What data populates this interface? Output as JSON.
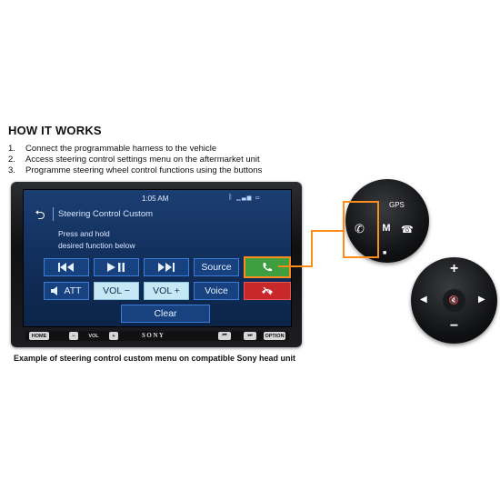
{
  "heading": "HOW IT WORKS",
  "steps": [
    {
      "num": "1.",
      "text": "Connect the programmable harness to the vehicle"
    },
    {
      "num": "2.",
      "text": "Access steering control settings menu on the aftermarket unit"
    },
    {
      "num": "3.",
      "text": "Programme steering wheel control functions using the buttons"
    }
  ],
  "caption": "Example of steering control custom menu on compatible Sony head unit",
  "head_unit": {
    "brand": "SONY",
    "screen": {
      "clock": "1:05 AM",
      "title": "Steering Control Custom",
      "instruction_line1": "Press and hold",
      "instruction_line2": "desired function below",
      "keys": {
        "source": "Source",
        "att": "ATT",
        "vol_down": "VOL −",
        "vol_up": "VOL +",
        "voice": "Voice",
        "clear": "Clear"
      }
    },
    "bezel_buttons": {
      "home": "HOME",
      "minus": "−",
      "vol": "VOL",
      "plus": "+",
      "option": "OPTION"
    }
  },
  "remote_top": {
    "gps": "GPS",
    "mode": "M"
  },
  "remote_bottom": {
    "plus": "+",
    "minus": "−"
  },
  "colors": {
    "accent_orange": "#ff8c1a",
    "screen_blue": "#102c57",
    "call_green": "#3f9e3f",
    "hangup_red": "#c8282a"
  }
}
